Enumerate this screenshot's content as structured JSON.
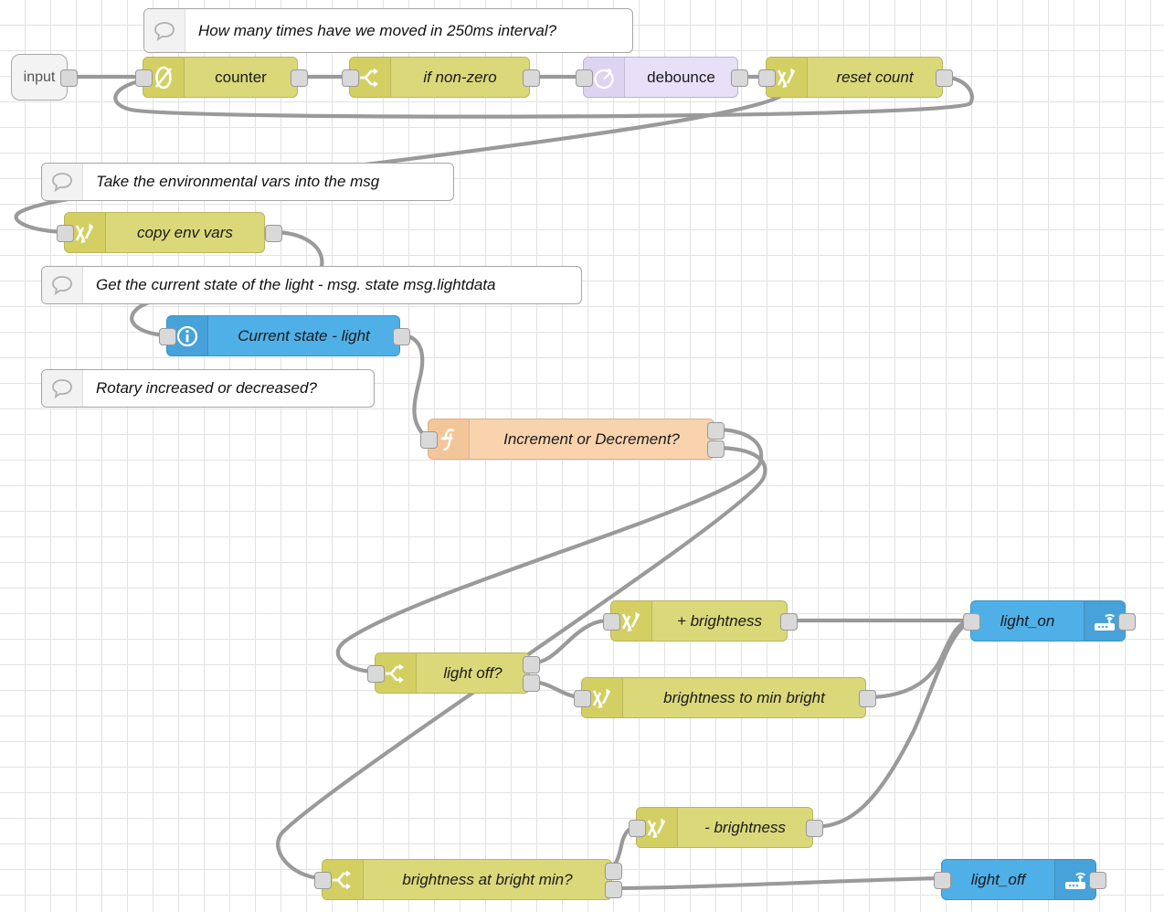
{
  "editor": {
    "name": "node-red-flow-canvas",
    "grid_size": 28,
    "colors": {
      "yellow": "#dbd87a",
      "purple": "#e7e0f8",
      "blue": "#4fb0e8",
      "orange": "#f8d3ae",
      "grey": "#f3f3f3",
      "wire": "#9a9a9a",
      "grid": "#e3e3e3",
      "canvas": "#ffffff"
    }
  },
  "comments": [
    {
      "id": "c1",
      "icon": "comment-bubble-icon",
      "text": "How many times have we moved in 250ms interval?"
    },
    {
      "id": "c2",
      "icon": "comment-bubble-icon",
      "text": "Take the environmental vars into the msg"
    },
    {
      "id": "c3",
      "icon": "comment-bubble-icon",
      "text": "Get the current state of the light - msg. state msg.lightdata"
    },
    {
      "id": "c4",
      "icon": "comment-bubble-icon",
      "text": "Rotary increased or decreased?"
    }
  ],
  "nodes": [
    {
      "id": "n-input",
      "label": "input",
      "type": "link-in",
      "icon": "link-in-icon",
      "color": "grey"
    },
    {
      "id": "n-counter",
      "label": "counter",
      "type": "counter",
      "icon": "slashed-zero-icon",
      "color": "yellow"
    },
    {
      "id": "n-ifnonzero",
      "label": "if non-zero",
      "type": "switch",
      "icon": "switch-icon",
      "color": "yellow"
    },
    {
      "id": "n-debounce",
      "label": "debounce",
      "type": "delay",
      "icon": "stopwatch-icon",
      "color": "purple"
    },
    {
      "id": "n-resetcount",
      "label": "reset count",
      "type": "change",
      "icon": "change-swap-icon",
      "color": "yellow"
    },
    {
      "id": "n-copyenv",
      "label": "copy env vars",
      "type": "change",
      "icon": "change-swap-icon",
      "color": "yellow"
    },
    {
      "id": "n-curstate",
      "label": "Current state - light",
      "type": "status",
      "icon": "info-circle-icon",
      "color": "blue"
    },
    {
      "id": "n-incdec",
      "label": "Increment or Decrement?",
      "type": "function",
      "icon": "function-f-icon",
      "color": "orange"
    },
    {
      "id": "n-lightoff",
      "label": "light off?",
      "type": "switch",
      "icon": "switch-icon",
      "color": "yellow"
    },
    {
      "id": "n-plusbright",
      "label": "+ brightness",
      "type": "change",
      "icon": "change-swap-icon",
      "color": "yellow"
    },
    {
      "id": "n-tominbright",
      "label": "brightness to min bright",
      "type": "change",
      "icon": "change-swap-icon",
      "color": "yellow"
    },
    {
      "id": "n-brightmin",
      "label": "brightness at bright min?",
      "type": "switch",
      "icon": "switch-icon",
      "color": "yellow"
    },
    {
      "id": "n-minusbright",
      "label": "- brightness",
      "type": "change",
      "icon": "change-swap-icon",
      "color": "yellow"
    },
    {
      "id": "n-lighton",
      "label": "light_on",
      "type": "mqtt-out",
      "icon": "mqtt-router-icon",
      "color": "blue"
    },
    {
      "id": "n-lightoff-mqtt",
      "label": "light_off",
      "type": "mqtt-out",
      "icon": "mqtt-router-icon",
      "color": "blue"
    }
  ]
}
